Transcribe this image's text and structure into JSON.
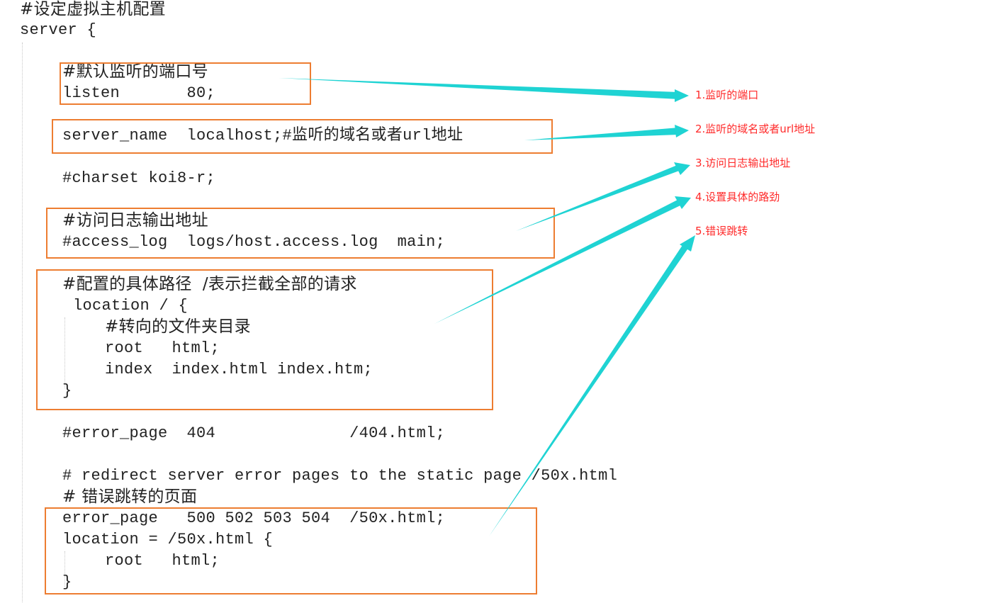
{
  "code_lines": {
    "comment_vhost": "#设定虚拟主机配置",
    "server_open": "server {",
    "comment_port": "#默认监听的端口号",
    "listen": "listen       80;",
    "server_name": "server_name  localhost;#监听的域名或者url地址",
    "charset": "#charset koi8-r;",
    "comment_access": "#访问日志输出地址",
    "access_log": "#access_log  logs/host.access.log  main;",
    "comment_location": "#配置的具体路径  /表示拦截全部的请求",
    "location_open": "location / {",
    "comment_dir": "#转向的文件夹目录",
    "root": "root   html;",
    "index": "index  index.html index.htm;",
    "location_close": "}",
    "error_page_404": "#error_page  404              /404.html;",
    "comment_redirect": "# redirect server error pages to the static page /50x.html",
    "comment_error_jump": "# 错误跳转的页面",
    "error_page_50x": "error_page   500 502 503 504  /50x.html;",
    "location_50x": "location = /50x.html {",
    "root_50x": "root   html;",
    "location_50x_close": "}"
  },
  "annotations": [
    "1.监听的端口",
    "2.监听的域名或者url地址",
    "3.访问日志输出地址",
    "4.设置具体的路劲",
    "5.错误跳转"
  ],
  "colors": {
    "box": "#ed7d31",
    "arrow": "#1fd3d3",
    "note": "#ff2a2a",
    "text": "#222222"
  }
}
